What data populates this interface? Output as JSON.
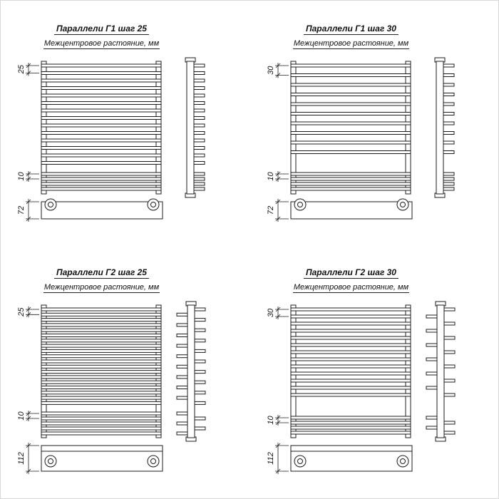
{
  "drawing": {
    "stroke_color": "#1c1c1c",
    "panels": [
      {
        "title": "Параллели Г1 шаг 25",
        "subtitle": "Межцентровое растояние, мм",
        "dim_top": "25",
        "dim_bottom": "10",
        "dim_collector": "72",
        "variant": "G1",
        "step": 25
      },
      {
        "title": "Параллели Г1 шаг 30",
        "subtitle": "Межцентровое растояние, мм",
        "dim_top": "30",
        "dim_bottom": "10",
        "dim_collector": "72",
        "variant": "G1",
        "step": 30
      },
      {
        "title": "Параллели Г2 шаг 25",
        "subtitle": "Межцентровое растояние, мм",
        "dim_top": "25",
        "dim_bottom": "10",
        "dim_collector": "112",
        "variant": "G2",
        "step": 25
      },
      {
        "title": "Параллели Г2 шаг 30",
        "subtitle": "Межцентровое растояние, мм",
        "dim_top": "30",
        "dim_bottom": "10",
        "dim_collector": "112",
        "variant": "G2",
        "step": 30
      }
    ]
  }
}
